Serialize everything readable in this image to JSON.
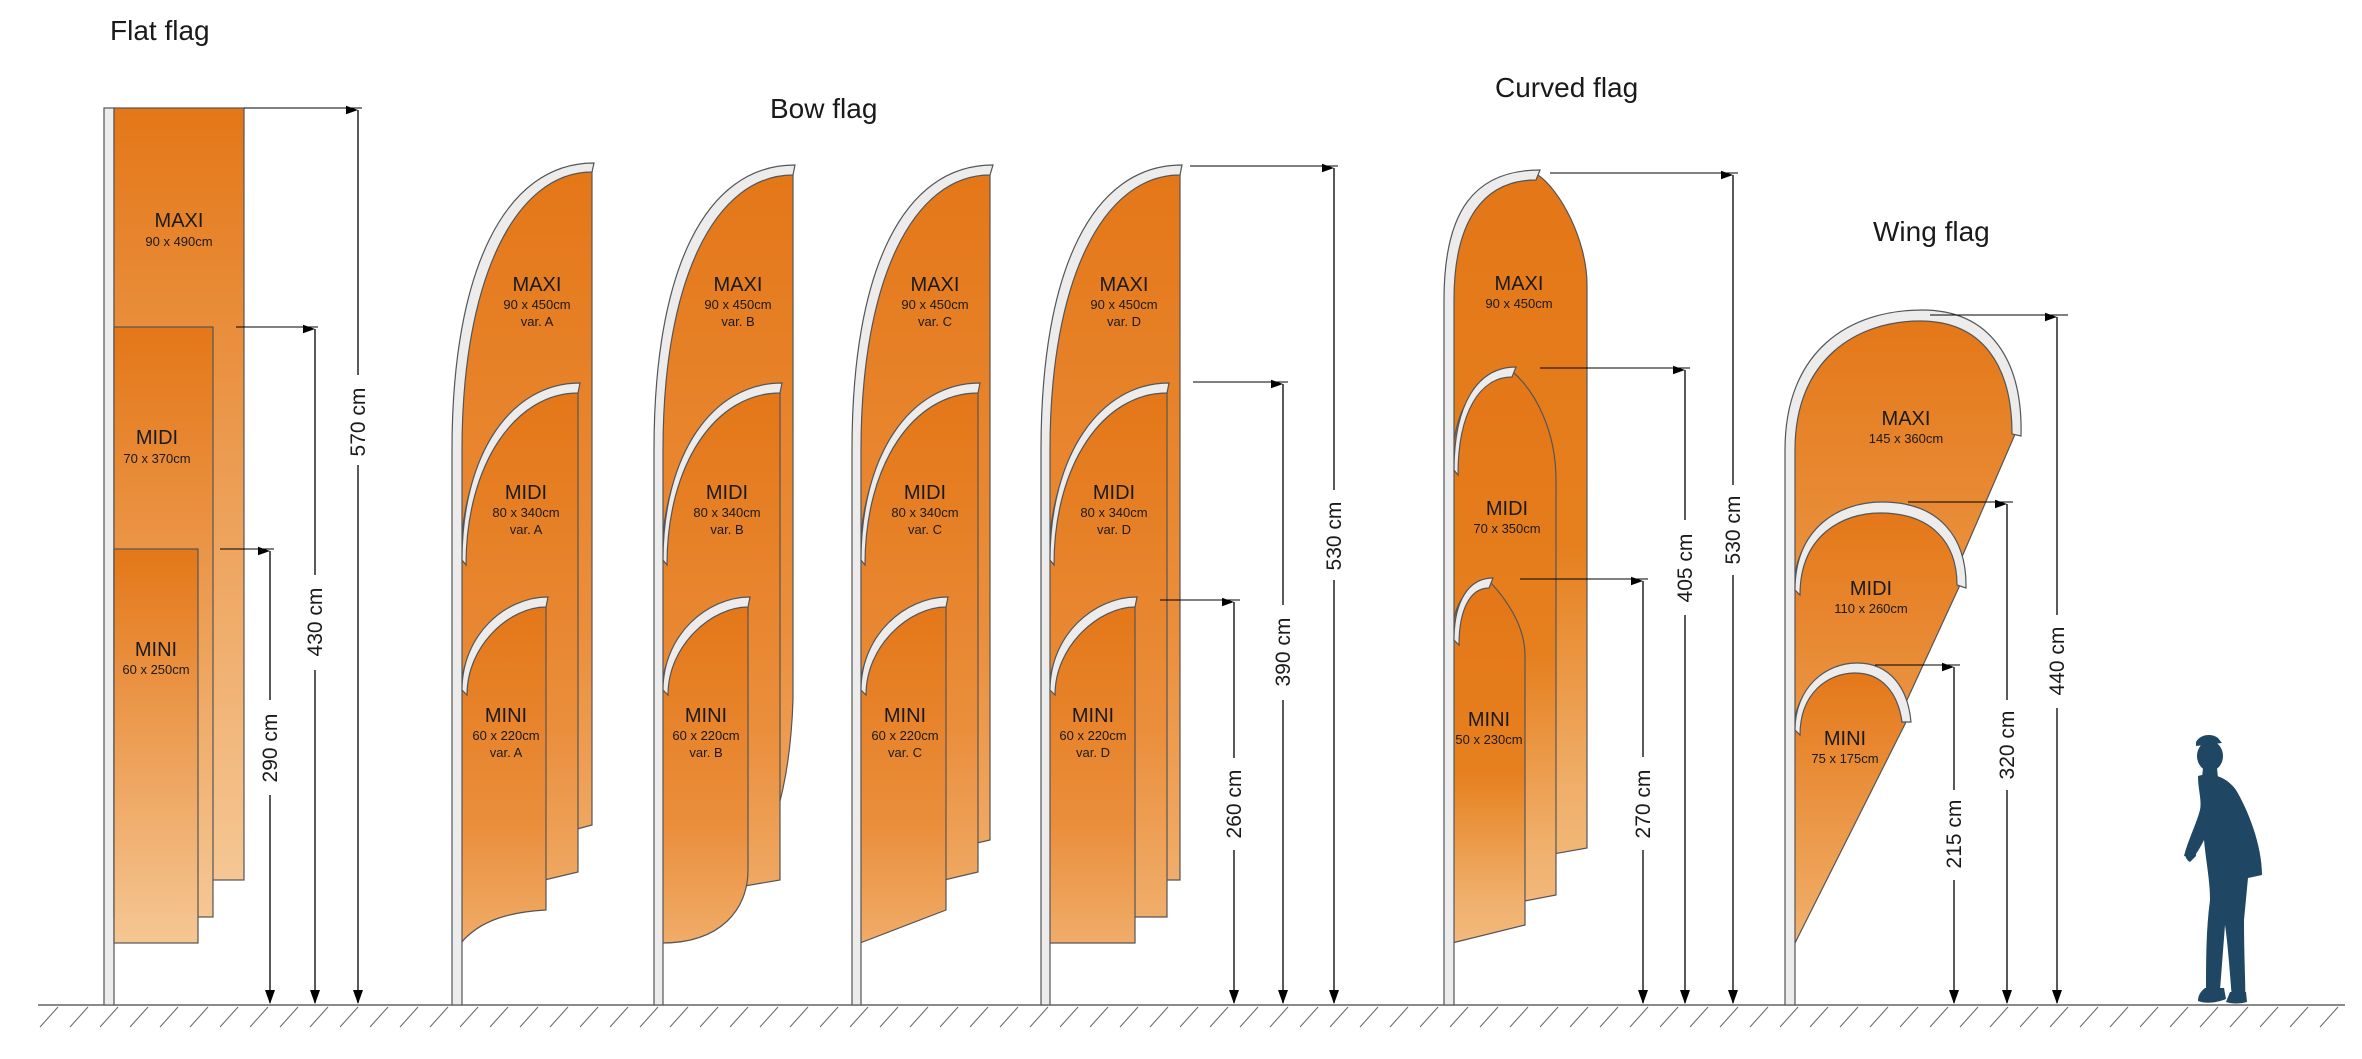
{
  "colors": {
    "orange_dark": "#E47718",
    "orange_light": "#F5C794",
    "pole": "#ECECEC",
    "person": "#1F4662"
  },
  "icons": {
    "person": "standing-person-icon"
  },
  "groups": [
    {
      "title": "Flat flag",
      "flags": [
        {
          "name": "MAXI",
          "size": "90 x 490cm",
          "var": ""
        },
        {
          "name": "MIDI",
          "size": "70 x 370cm",
          "var": ""
        },
        {
          "name": "MINI",
          "size": "60 x 250cm",
          "var": ""
        }
      ],
      "dims": [
        "570 cm",
        "430 cm",
        "290 cm"
      ]
    },
    {
      "title": "Bow flag",
      "variants": [
        {
          "flags": [
            {
              "name": "MAXI",
              "size": "90 x 450cm",
              "var": "var. A"
            },
            {
              "name": "MIDI",
              "size": "80 x 340cm",
              "var": "var. A"
            },
            {
              "name": "MINI",
              "size": "60 x 220cm",
              "var": "var. A"
            }
          ]
        },
        {
          "flags": [
            {
              "name": "MAXI",
              "size": "90 x 450cm",
              "var": "var. B"
            },
            {
              "name": "MIDI",
              "size": "80 x 340cm",
              "var": "var. B"
            },
            {
              "name": "MINI",
              "size": "60 x 220cm",
              "var": "var. B"
            }
          ]
        },
        {
          "flags": [
            {
              "name": "MAXI",
              "size": "90 x 450cm",
              "var": "var. C"
            },
            {
              "name": "MIDI",
              "size": "80 x 340cm",
              "var": "var. C"
            },
            {
              "name": "MINI",
              "size": "60 x 220cm",
              "var": "var. C"
            }
          ]
        },
        {
          "flags": [
            {
              "name": "MAXI",
              "size": "90 x 450cm",
              "var": "var. D"
            },
            {
              "name": "MIDI",
              "size": "80 x 340cm",
              "var": "var. D"
            },
            {
              "name": "MINI",
              "size": "60 x 220cm",
              "var": "var. D"
            }
          ]
        }
      ],
      "dims": [
        "530 cm",
        "390 cm",
        "260 cm"
      ]
    },
    {
      "title": "Curved flag",
      "flags": [
        {
          "name": "MAXI",
          "size": "90 x 450cm",
          "var": ""
        },
        {
          "name": "MIDI",
          "size": "70 x 350cm",
          "var": ""
        },
        {
          "name": "MINI",
          "size": "50 x 230cm",
          "var": ""
        }
      ],
      "dims": [
        "530 cm",
        "405 cm",
        "270 cm"
      ]
    },
    {
      "title": "Wing flag",
      "flags": [
        {
          "name": "MAXI",
          "size": "145 x 360cm",
          "var": ""
        },
        {
          "name": "MIDI",
          "size": "110 x 260cm",
          "var": ""
        },
        {
          "name": "MINI",
          "size": "75 x 175cm",
          "var": ""
        }
      ],
      "dims": [
        "440 cm",
        "320 cm",
        "215 cm"
      ]
    }
  ]
}
